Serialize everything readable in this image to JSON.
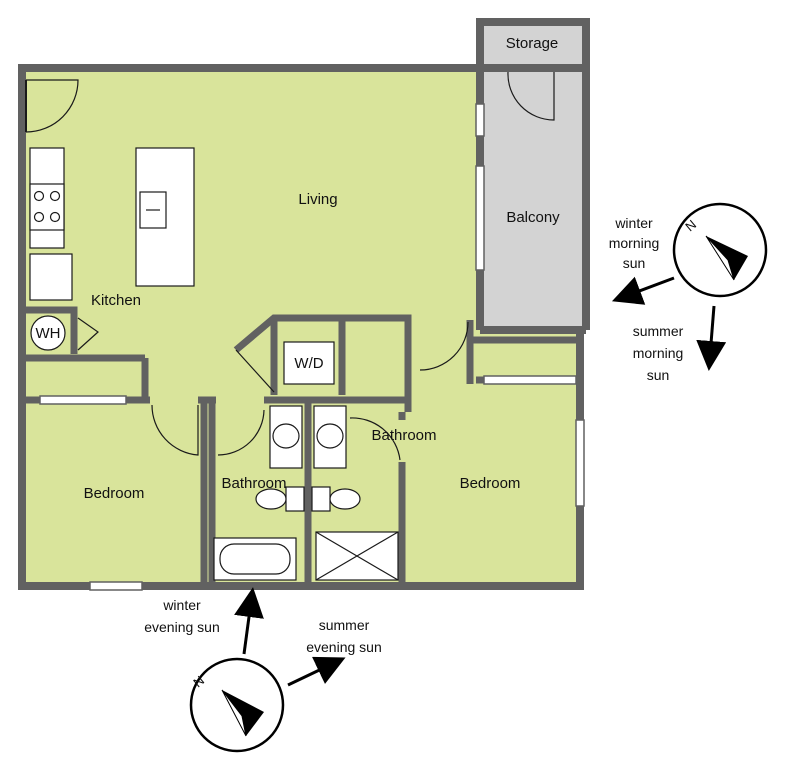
{
  "colors": {
    "floor": "#d9e49b",
    "wall": "#616161",
    "balcony": "#d3d3d3",
    "fixture": "#ffffff",
    "arrow": "#000000"
  },
  "rooms": {
    "storage": "Storage",
    "balcony": "Balcony",
    "living": "Living",
    "kitchen": "Kitchen",
    "water_heater": "WH",
    "washer_dryer": "W/D",
    "bedroom_left": "Bedroom",
    "bathroom_left": "Bathroom",
    "bathroom_right": "Bathroom",
    "bedroom_right": "Bedroom"
  },
  "sun_labels": {
    "winter_morning": [
      "winter",
      "morning",
      "sun"
    ],
    "summer_morning": [
      "summer",
      "morning",
      "sun"
    ],
    "winter_evening": [
      "winter",
      "evening sun"
    ],
    "summer_evening": [
      "summer",
      "evening sun"
    ]
  },
  "compass": {
    "north_letter": "N",
    "icon": "compass-icon"
  }
}
